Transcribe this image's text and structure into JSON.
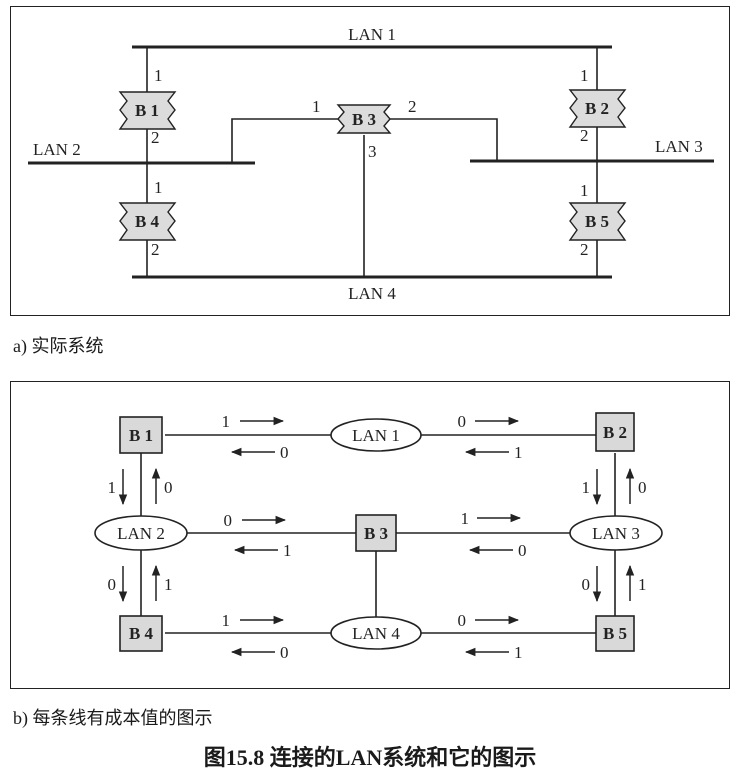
{
  "panel_a": {
    "lans": [
      {
        "id": "lan1",
        "label": "LAN 1"
      },
      {
        "id": "lan2",
        "label": "LAN 2"
      },
      {
        "id": "lan3",
        "label": "LAN 3"
      },
      {
        "id": "lan4",
        "label": "LAN 4"
      }
    ],
    "bridges": [
      {
        "id": "b1",
        "label": "B 1",
        "ports": [
          "1",
          "2"
        ]
      },
      {
        "id": "b2",
        "label": "B 2",
        "ports": [
          "1",
          "2"
        ]
      },
      {
        "id": "b3",
        "label": "B 3",
        "ports": [
          "1",
          "2",
          "3"
        ]
      },
      {
        "id": "b4",
        "label": "B 4",
        "ports": [
          "1",
          "2"
        ]
      },
      {
        "id": "b5",
        "label": "B 5",
        "ports": [
          "1",
          "2"
        ]
      }
    ]
  },
  "caption_a": "a) 实际系统",
  "panel_b": {
    "nodes": [
      "B 1",
      "B 2",
      "B 3",
      "B 4",
      "B 5",
      "LAN 1",
      "LAN 2",
      "LAN 3",
      "LAN 4"
    ],
    "edge_costs": [
      {
        "edge": "B 1 – LAN 1",
        "forward": "1",
        "back": "0"
      },
      {
        "edge": "LAN 1 – B 2",
        "forward": "0",
        "back": "1"
      },
      {
        "edge": "B 1 – LAN 2",
        "forward": "1",
        "back": "0"
      },
      {
        "edge": "LAN 2 – B 4",
        "forward": "0",
        "back": "1"
      },
      {
        "edge": "B 2 – LAN 3",
        "forward": "1",
        "back": "0"
      },
      {
        "edge": "LAN 3 – B 5",
        "forward": "0",
        "back": "1"
      },
      {
        "edge": "LAN 2 – B 3",
        "forward": "0",
        "back": "1"
      },
      {
        "edge": "B 3 – LAN 3",
        "forward": "1",
        "back": "0"
      },
      {
        "edge": "B 4 – LAN 4",
        "forward": "1",
        "back": "0"
      },
      {
        "edge": "LAN 4 – B 5",
        "forward": "0",
        "back": "1"
      }
    ]
  },
  "caption_b": "b) 每条线有成本值的图示",
  "figure_title": "图15.8  连接的LAN系统和它的图示"
}
